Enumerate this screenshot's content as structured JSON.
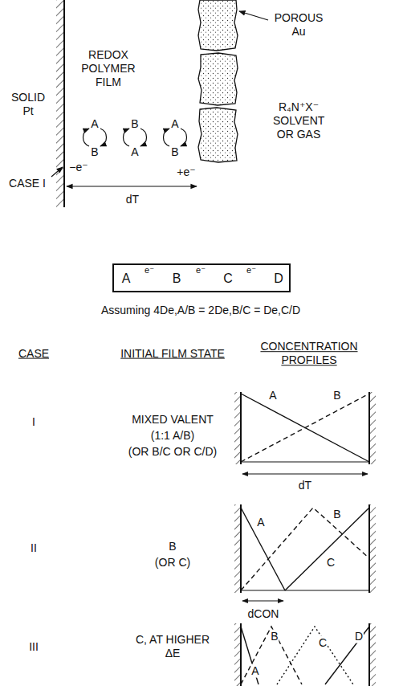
{
  "diagram": {
    "nodes": [
      {
        "text": [
          "A",
          "B",
          "C",
          "D"
        ]
      }
    ],
    "labels": [
      "SOLID Pt",
      "REDOX POLYMER FILM",
      "POROUS Au",
      "R₄N⁺X⁻ SOLVENT OR GAS",
      "CASE I",
      "−e⁻",
      "+e⁻",
      "A",
      "B",
      "B",
      "A",
      "A",
      "B",
      "dT",
      "e⁻",
      "e⁻",
      "e⁻",
      "Assuming 4De,A/B = 2De,B/C = De,C/D",
      "CASE",
      "INITIAL FILM STATE",
      "CONCENTRATION PROFILES",
      "I",
      "MIXED VALENT",
      "(1:1 A/B)",
      "(OR B/C OR C/D)",
      "A",
      "B",
      "dT",
      "II",
      "B",
      "(OR C)",
      "A",
      "B",
      "C",
      "dCON",
      "III",
      "C, AT HIGHER ΔE",
      "A",
      "B",
      "C",
      "D"
    ]
  }
}
